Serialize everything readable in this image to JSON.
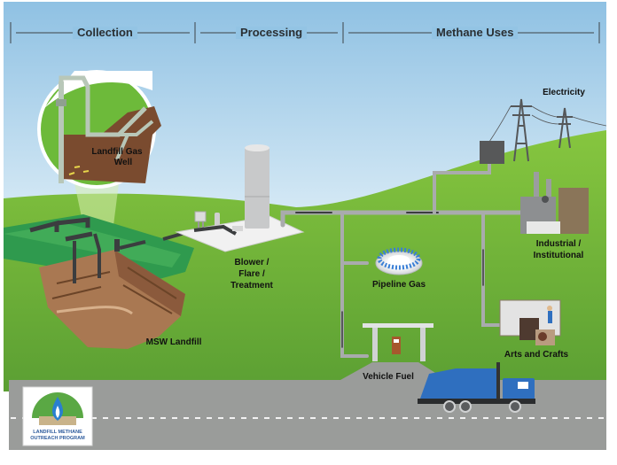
{
  "diagram": {
    "title": "Landfill gas energy flow",
    "sections": [
      {
        "id": "collection",
        "label": "Collection"
      },
      {
        "id": "processing",
        "label": "Processing"
      },
      {
        "id": "methane_uses",
        "label": "Methane Uses"
      }
    ],
    "nodes": {
      "landfill_gas_well": {
        "label_line1": "Landfill Gas",
        "label_line2": "Well"
      },
      "msw_landfill": {
        "label": "MSW Landfill"
      },
      "blower": {
        "label_line1": "Blower /",
        "label_line2": "Flare /",
        "label_line3": "Treatment"
      },
      "electricity": {
        "label": "Electricity"
      },
      "industrial": {
        "label_line1": "Industrial /",
        "label_line2": "Institutional"
      },
      "pipeline_gas": {
        "label": "Pipeline Gas"
      },
      "arts_crafts": {
        "label": "Arts and Crafts"
      },
      "vehicle_fuel": {
        "label": "Vehicle Fuel"
      }
    },
    "logo": {
      "line1": "LANDFILL METHANE",
      "line2": "OUTREACH PROGRAM"
    },
    "colors": {
      "sky_top": "#8fc1e3",
      "sky_bottom": "#d7ebf6",
      "grass": "#7cbf3a",
      "grass_dark": "#5a9e32",
      "soil": "#8b5a3c",
      "pipe": "#a9abad",
      "pipe_dark": "#3b3d3f",
      "road": "#9a9c9a",
      "truck": "#2f6fbf"
    }
  }
}
